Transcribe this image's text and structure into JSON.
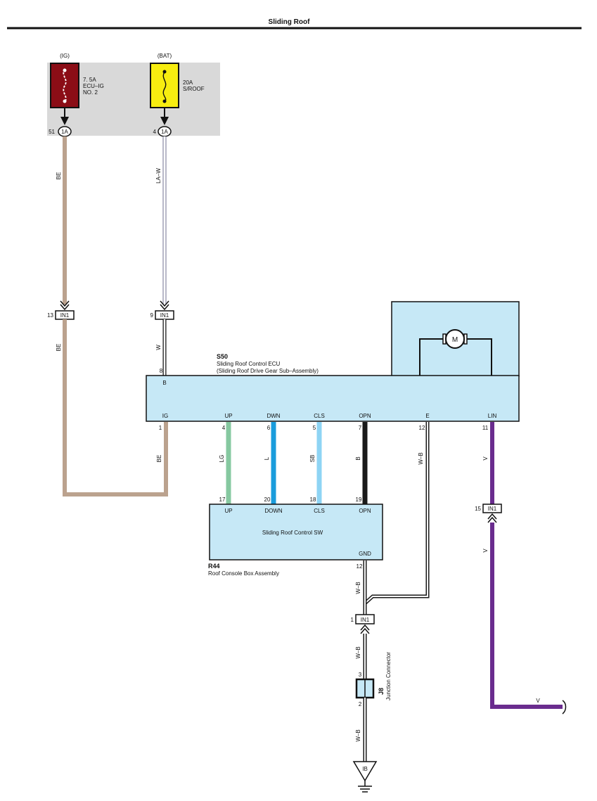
{
  "title": "Sliding Roof",
  "fuses": {
    "ig": {
      "source": "(IG)",
      "rating": "7. 5A",
      "name1": "ECU–IG",
      "name2": "NO. 2",
      "pin": "51",
      "connector": "1A",
      "color": "#8b0d16"
    },
    "bat": {
      "source": "(BAT)",
      "rating": "20A",
      "name1": "S/ROOF",
      "pin": "4",
      "connector": "1A",
      "color": "#f7ed10"
    }
  },
  "wire_colors": {
    "BE": "#bba28e",
    "LG": "#86c8a0",
    "L": "#1a9cdc",
    "SB": "#8ed4f4",
    "B": "#1a1a1a",
    "V": "#6a2c8e",
    "LAW": "#b8b8c8",
    "W": "#ffffff",
    "WB": "#1a1a1a"
  },
  "ecu": {
    "code": "S50",
    "name": "Sliding Roof Control ECU",
    "sub": "(Sliding Roof Drive Gear Sub–Assembly)",
    "motor_label": "M",
    "terminals": {
      "b": {
        "label": "B",
        "pin": "8"
      },
      "ig": {
        "label": "IG",
        "pin": "1"
      },
      "up": {
        "label": "UP",
        "pin": "4"
      },
      "dwn": {
        "label": "DWN",
        "pin": "6"
      },
      "cls": {
        "label": "CLS",
        "pin": "5"
      },
      "opn": {
        "label": "OPN",
        "pin": "7"
      },
      "e": {
        "label": "E",
        "pin": "12"
      },
      "lin": {
        "label": "LIN",
        "pin": "11"
      }
    }
  },
  "switch": {
    "code": "R44",
    "assembly": "Roof Console Box Assembly",
    "name": "Sliding Roof Control SW",
    "terminals": {
      "up": {
        "label": "UP",
        "pin": "17"
      },
      "down": {
        "label": "DOWN",
        "pin": "20"
      },
      "cls": {
        "label": "CLS",
        "pin": "18"
      },
      "opn": {
        "label": "OPN",
        "pin": "19"
      },
      "gnd": {
        "label": "GND",
        "pin": "12"
      }
    }
  },
  "in1": {
    "label": "IN1",
    "pin_be": "13",
    "pin_w": "9",
    "pin_v": "15",
    "pin_gnd": "1"
  },
  "wire_labels": {
    "be_top": "BE",
    "law": "LA–W",
    "be_mid": "BE",
    "w": "W",
    "be_low": "BE",
    "lg": "LG",
    "l": "L",
    "sb": "SB",
    "b": "B",
    "wb_e": "W–B",
    "v_upper": "V",
    "wb_sw": "W–B",
    "v_lower": "V",
    "wb_jc": "W–B",
    "v_bottom": "V",
    "wb_bottom": "W–B"
  },
  "junction": {
    "code": "J8",
    "name": "Junction Connector",
    "pin_top": "3",
    "pin_bottom": "2"
  },
  "ground": {
    "label": "IB"
  }
}
